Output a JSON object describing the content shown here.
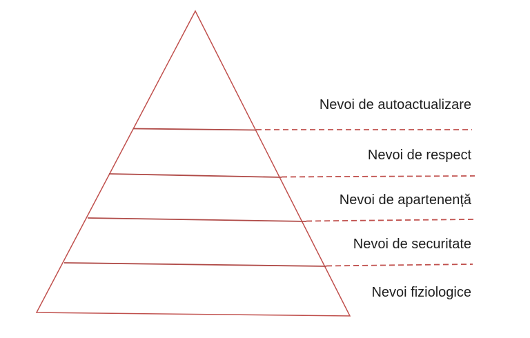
{
  "diagram": {
    "type": "pyramid",
    "levels": [
      {
        "label": "Nevoi de autoactualizare"
      },
      {
        "label": "Nevoi de respect"
      },
      {
        "label": "Nevoi de apartenență"
      },
      {
        "label": "Nevoi de securitate"
      },
      {
        "label": "Nevoi fiziologice"
      }
    ],
    "colors": {
      "pyramid_line": "#c0504d",
      "divider_line": "#b04a47",
      "dashed_line": "#c0504d",
      "label_text": "#1e1e1e",
      "background": "#ffffff"
    }
  }
}
